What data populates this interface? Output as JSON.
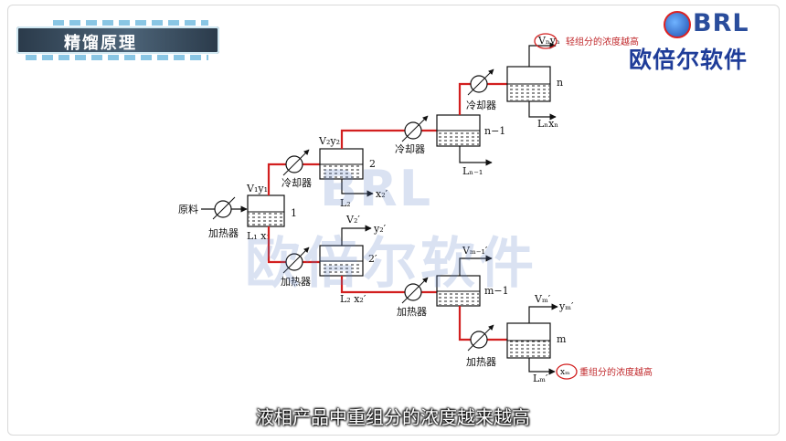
{
  "header": {
    "title": "精馏原理"
  },
  "logo": {
    "brand": "BRL",
    "company": "欧倍尔软件"
  },
  "watermark": {
    "brand": "BRL",
    "company": "欧倍尔软件"
  },
  "diagram": {
    "feed_label": "原料",
    "heater_label": "加热器",
    "cooler_label": "冷却器",
    "stage_1": {
      "number": "1",
      "vapor": "V₁y₁",
      "liquid": "L₁ x₁"
    },
    "stage_2": {
      "number": "2",
      "vapor": "V₂y₂",
      "liquid": "L₂",
      "liquid_x": "x₂′"
    },
    "stage_2p": {
      "number": "2′",
      "vapor": "V₂′",
      "vapor_y": "y₂′",
      "liquid": "L₂ x₂′"
    },
    "stage_n1": {
      "number": "n−1",
      "liquid": "Lₙ₋₁"
    },
    "stage_n": {
      "number": "n",
      "vapor": "Vₙyₙ",
      "liquid": "Lₙxₙ"
    },
    "stage_m1": {
      "number": "m−1",
      "vapor": "Vₘ₋₁′"
    },
    "stage_m": {
      "number": "m",
      "vapor": "Vₘ′",
      "vapor_y": "yₘ′",
      "liquid": "Lₘ′",
      "liquid_x": "xₘ"
    },
    "callout_top": "轻组分的浓度越高",
    "callout_bottom": "重组分的浓度越高"
  },
  "subtitle": "液相产品中重组分的浓度越来越高"
}
